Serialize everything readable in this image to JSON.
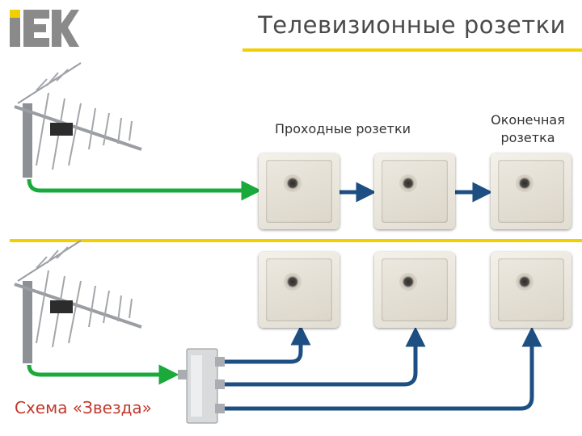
{
  "header": {
    "logo_text": "IEK",
    "title": "Телевизионные розетки"
  },
  "labels": {
    "pass_through": "Проходные розетки",
    "terminal": "Оконечная розетка",
    "star_scheme": "Схема «Звезда»"
  },
  "colors": {
    "accent_yellow": "#f2cf00",
    "antenna_cable": "#1aaa3c",
    "coax_cable": "#1e4f82",
    "star_label": "#c0392b"
  },
  "icons": [
    "antenna-icon",
    "splitter-icon",
    "tv-socket-icon"
  ]
}
